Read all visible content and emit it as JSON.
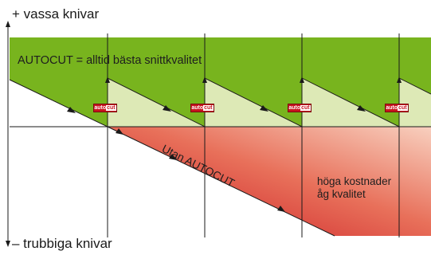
{
  "labels": {
    "top": "+ vassa knivar",
    "bottom": "– trubbiga knivar",
    "autocut_line": "AUTOCUT = alltid bästa snittkvalitet",
    "utan_autocut": "Utan AUTOCUT",
    "cost_line1": "höga kostnader",
    "cost_line2": "åg kvalitet"
  },
  "badges": [
    {
      "prefix": "auto",
      "suffix": "cut"
    },
    {
      "prefix": "auto",
      "suffix": "cut"
    },
    {
      "prefix": "auto",
      "suffix": "cut"
    },
    {
      "prefix": "auto",
      "suffix": "cut"
    }
  ],
  "colors": {
    "green_band": "#78b41e",
    "light_green": "#dde9b6",
    "red_dark": "#c8141e",
    "red_light": "#f6c4b2"
  }
}
